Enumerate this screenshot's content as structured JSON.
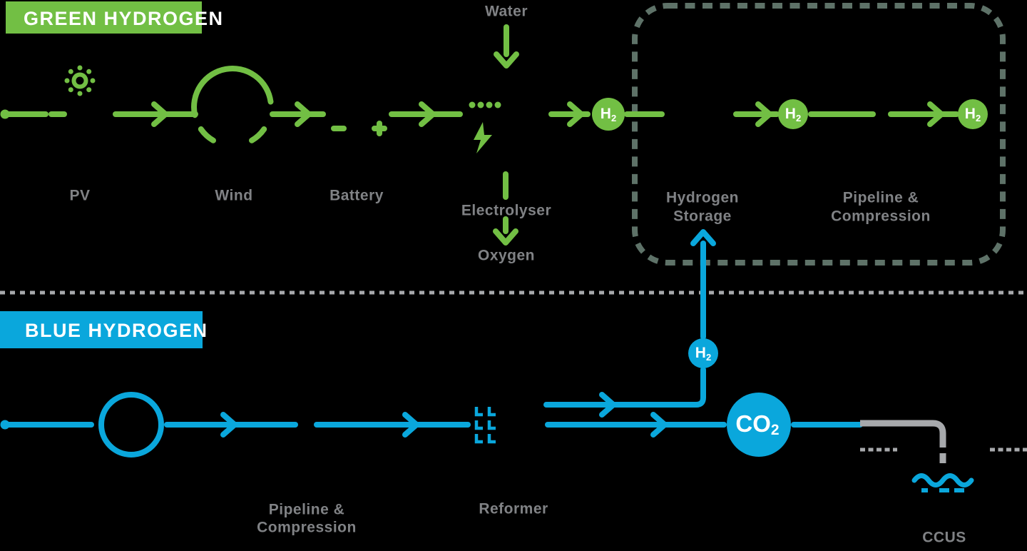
{
  "colors": {
    "green": "#72BF44",
    "blue": "#0AA7DC",
    "text_gray": "#808285",
    "light_gray": "#A7A9AC",
    "box_dash": "#5E7268",
    "background": "#000000",
    "white": "#FFFFFF"
  },
  "green": {
    "banner": "GREEN HYDROGEN",
    "labels": {
      "pv": "PV",
      "wind": "Wind",
      "battery": "Battery",
      "water": "Water",
      "electrolyser": "Electrolyser",
      "oxygen": "Oxygen",
      "storage1": "Hydrogen",
      "storage2": "Storage",
      "pipeline1": "Pipeline &",
      "pipeline2": "Compression"
    },
    "h2": [
      {
        "main": "H",
        "sub": "2"
      },
      {
        "main": "H",
        "sub": "2"
      },
      {
        "main": "H",
        "sub": "2"
      }
    ]
  },
  "blue": {
    "banner": "BLUE HYDROGEN",
    "labels": {
      "pipeline1": "Pipeline &",
      "pipeline2": "Compression",
      "reformer": "Reformer",
      "ccus": "CCUS"
    },
    "h2": {
      "main": "H",
      "sub": "2"
    },
    "co2": {
      "main": "CO",
      "sub": "2"
    }
  }
}
